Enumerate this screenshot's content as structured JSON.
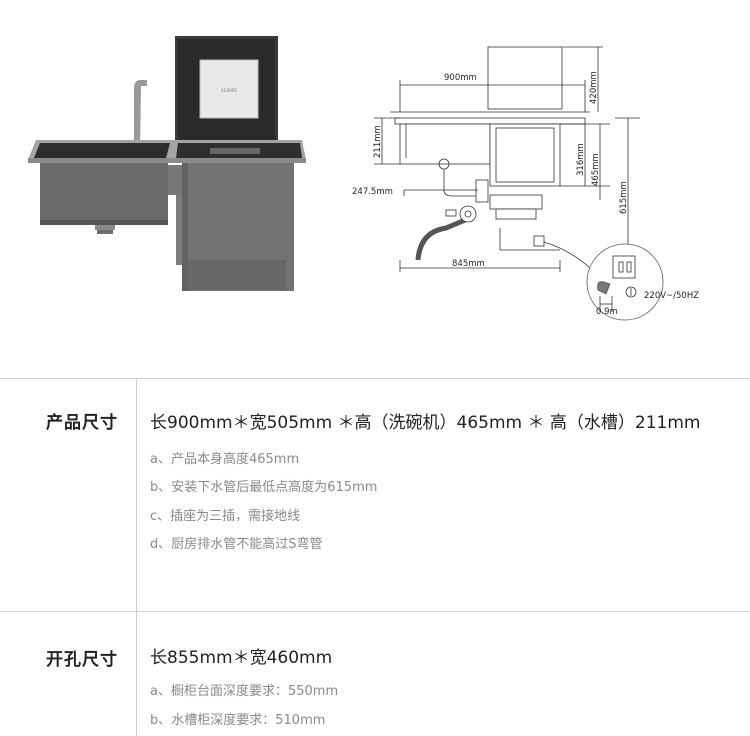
{
  "product_image": {
    "logo": "SCARFE"
  },
  "diagram": {
    "width_top": "900mm",
    "height_top": "420mm",
    "sink_height": "211mm",
    "depth_a": "316mm",
    "depth_b": "465mm",
    "total_height": "615mm",
    "drain_offset": "247.5mm",
    "bottom_width": "845mm",
    "power": "220V~/50HZ",
    "cord": "0.9m"
  },
  "product_size": {
    "label": "产品尺寸",
    "main": "长900mm＊宽505mm ＊高（洗碗机）465mm ＊ 高（水槽）211mm",
    "notes": [
      "a、产品本身高度465mm",
      "b、安装下水管后最低点高度为615mm",
      "c、插座为三插，需接地线",
      "d、厨房排水管不能高过S弯管"
    ]
  },
  "cutout_size": {
    "label": "开孔尺寸",
    "main": "长855mm＊宽460mm",
    "notes": [
      "a、橱柜台面深度要求：550mm",
      "b、水槽柜深度要求：510mm"
    ]
  }
}
